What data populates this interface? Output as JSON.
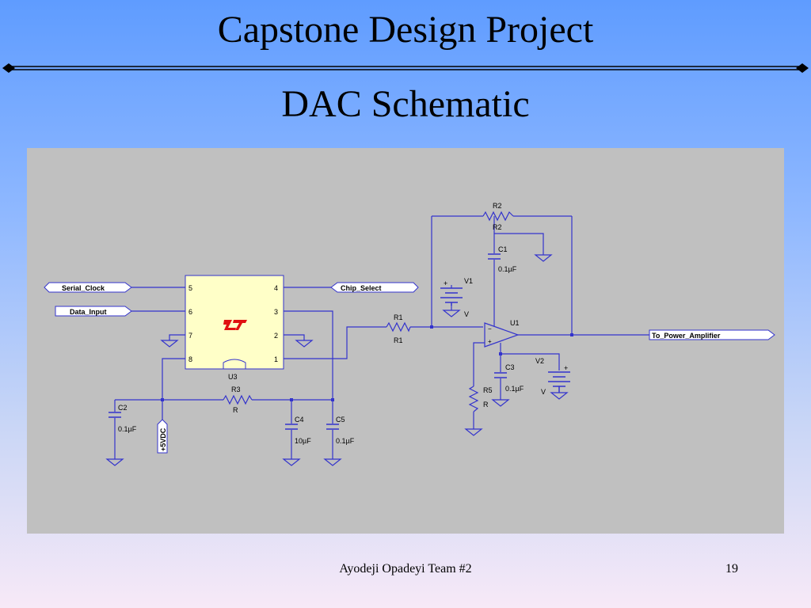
{
  "slide": {
    "title": "Capstone Design Project",
    "subtitle": "DAC Schematic",
    "footer": "Ayodeji Opadeyi Team #2",
    "page_number": "19"
  },
  "colors": {
    "wire": "#3333cc",
    "panel": "#c0c0c0",
    "chip_fill": "#ffffc8",
    "logo": "#e01010"
  },
  "schematic": {
    "ports": {
      "serial_clock": "Serial_Clock",
      "data_input": "Data_Input",
      "chip_select": "Chip_Select",
      "to_power_amplifier": "To_Power_Amplifier",
      "supply": "+5VDC"
    },
    "u3": {
      "ref": "U3",
      "pins_left": [
        "5",
        "6",
        "7",
        "8"
      ],
      "pins_right": [
        "4",
        "3",
        "2",
        "1"
      ]
    },
    "components": {
      "r1_ref": "R1",
      "r1_val": "R1",
      "r2_ref": "R2",
      "r2_val": "R2",
      "r3_ref": "R3",
      "r3_val": "R",
      "r5_ref": "R5",
      "r5_val": "R",
      "c1_ref": "C1",
      "c1_val": "0.1µF",
      "c2_ref": "C2",
      "c2_val": "0.1µF",
      "c3_ref": "C3",
      "c3_val": "0.1µF",
      "c4_ref": "C4",
      "c4_val": "10µF",
      "c5_ref": "C5",
      "c5_val": "0.1µF",
      "v1_ref": "V1",
      "v1_val": "V",
      "v2_ref": "V2",
      "v2_val": "V",
      "u1_ref": "U1"
    }
  }
}
